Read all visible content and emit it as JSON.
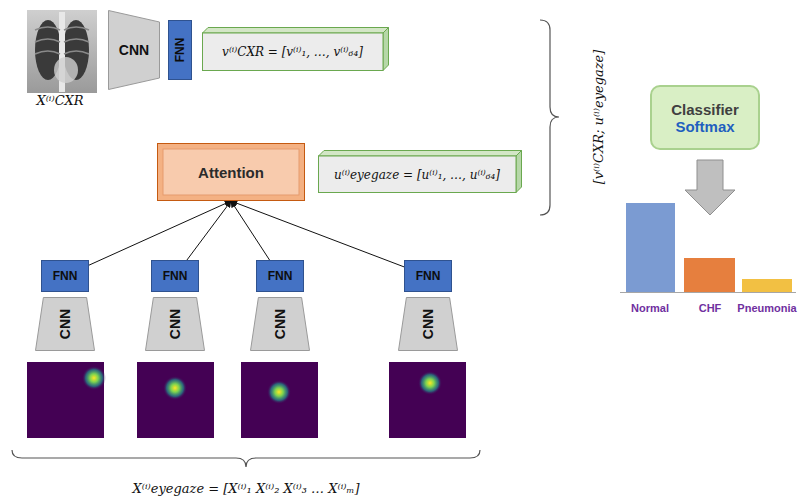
{
  "diagram": {
    "nodes": [
      {
        "text": [
          "CNN"
        ]
      },
      {
        "text": [
          "FNN"
        ]
      },
      {
        "text": [
          "v⁽ⁱ⁾CXR = [v⁽ⁱ⁾₁, …, v⁽ⁱ⁾₆₄]"
        ]
      },
      {
        "text": [
          "Attention"
        ]
      },
      {
        "text": [
          "u⁽ⁱ⁾eyegaze = [u⁽ⁱ⁾₁, …, u⁽ⁱ⁾₆₄]"
        ]
      },
      {
        "text": [
          "Classifier",
          "Softmax"
        ]
      },
      {
        "text": [
          "FNN"
        ]
      },
      {
        "text": [
          "FNN"
        ]
      },
      {
        "text": [
          "FNN"
        ]
      },
      {
        "text": [
          "FNN"
        ]
      },
      {
        "text": [
          "CNN"
        ]
      },
      {
        "text": [
          "CNN"
        ]
      },
      {
        "text": [
          "CNN"
        ]
      },
      {
        "text": [
          "CNN"
        ]
      }
    ],
    "edges": [
      {
        "from": 6,
        "to": 3,
        "arrow": "to"
      },
      {
        "from": 7,
        "to": 3,
        "arrow": "to"
      },
      {
        "from": 8,
        "to": 3,
        "arrow": "to"
      },
      {
        "from": 9,
        "to": 3,
        "arrow": "to"
      }
    ],
    "labels": [
      "X⁽ⁱ⁾CXR",
      "[v⁽ⁱ⁾CXR; u⁽ⁱ⁾eyegaze]",
      "Normal",
      "CHF",
      "Pneumonia",
      "X⁽ⁱ⁾eyegaze = [X⁽ⁱ⁾₁ X⁽ⁱ⁾₂ X⁽ⁱ⁾₃ … X⁽ⁱ⁾ₘ]"
    ]
  }
}
